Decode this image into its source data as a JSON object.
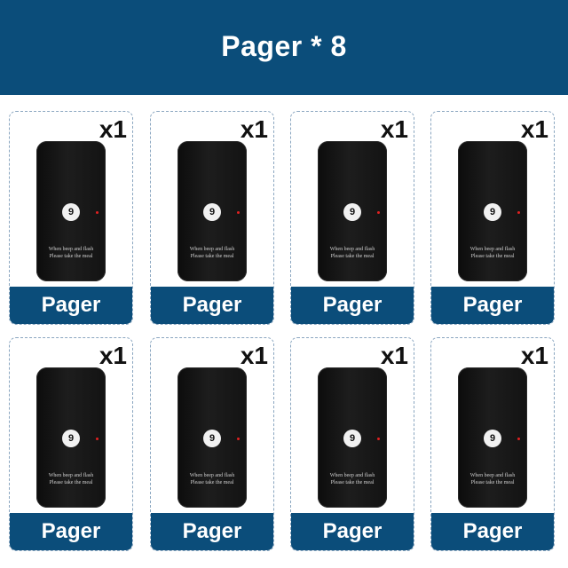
{
  "header": {
    "title": "Pager * 8",
    "background_color": "#0b4d7a"
  },
  "cards": [
    {
      "quantity": "x1",
      "label": "Pager",
      "button_number": "9",
      "device_text_line1": "When beep and flash",
      "device_text_line2": "Please take the meal"
    },
    {
      "quantity": "x1",
      "label": "Pager",
      "button_number": "9",
      "device_text_line1": "When beep and flash",
      "device_text_line2": "Please take the meal"
    },
    {
      "quantity": "x1",
      "label": "Pager",
      "button_number": "9",
      "device_text_line1": "When beep and flash",
      "device_text_line2": "Please take the meal"
    },
    {
      "quantity": "x1",
      "label": "Pager",
      "button_number": "9",
      "device_text_line1": "When beep and flash",
      "device_text_line2": "Please take the meal"
    },
    {
      "quantity": "x1",
      "label": "Pager",
      "button_number": "9",
      "device_text_line1": "When beep and flash",
      "device_text_line2": "Please take the meal"
    },
    {
      "quantity": "x1",
      "label": "Pager",
      "button_number": "9",
      "device_text_line1": "When beep and flash",
      "device_text_line2": "Please take the meal"
    },
    {
      "quantity": "x1",
      "label": "Pager",
      "button_number": "9",
      "device_text_line1": "When beep and flash",
      "device_text_line2": "Please take the meal"
    },
    {
      "quantity": "x1",
      "label": "Pager",
      "button_number": "9",
      "device_text_line1": "When beep and flash",
      "device_text_line2": "Please take the meal"
    }
  ],
  "colors": {
    "brand_blue": "#0b4d7a",
    "pager_body": "#151515",
    "led_red": "#e02020"
  }
}
